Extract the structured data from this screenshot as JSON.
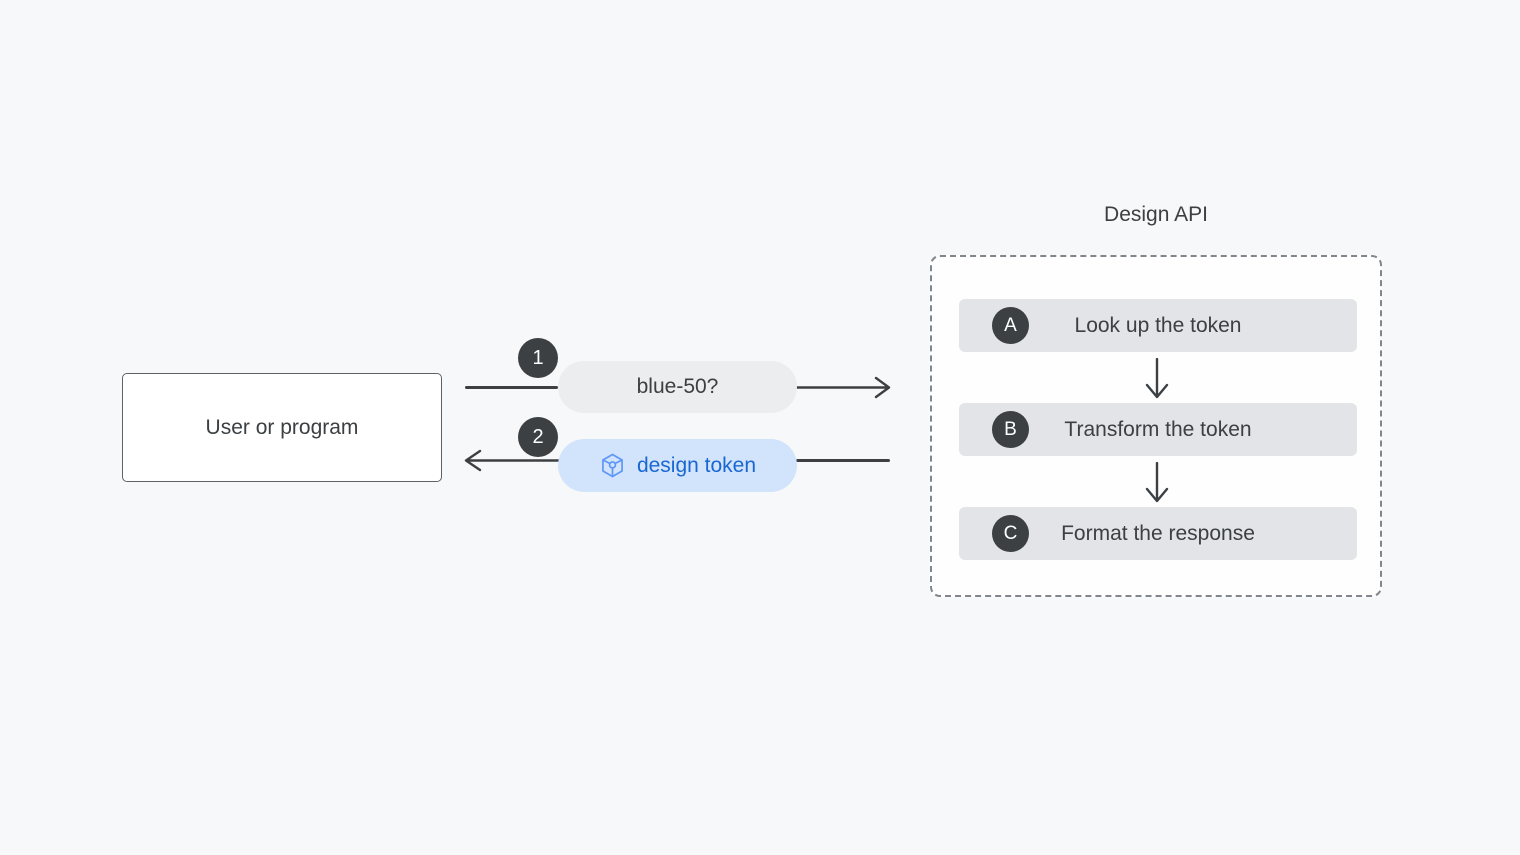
{
  "diagram": {
    "user_box": {
      "label": "User or program"
    },
    "request": {
      "step_number": "1",
      "message": "blue-50?"
    },
    "response": {
      "step_number": "2",
      "message": "design token",
      "icon": "token-cube-icon"
    },
    "api": {
      "title": "Design API",
      "steps": [
        {
          "badge": "A",
          "label": "Look up the token"
        },
        {
          "badge": "B",
          "label": "Transform the token"
        },
        {
          "badge": "C",
          "label": "Format the response"
        }
      ]
    },
    "colors": {
      "page_background": "#f7f8f9",
      "line_and_text": "#3c4043",
      "badge_background": "#3c4043",
      "user_box_border": "#5f6368",
      "request_pill_background": "#ecedee",
      "response_pill_background": "#d2e3fc",
      "response_text": "#1967d2",
      "token_icon_stroke": "#5e97f6",
      "step_row_background": "#e2e4e7",
      "dashed_border": "#80868b"
    }
  }
}
